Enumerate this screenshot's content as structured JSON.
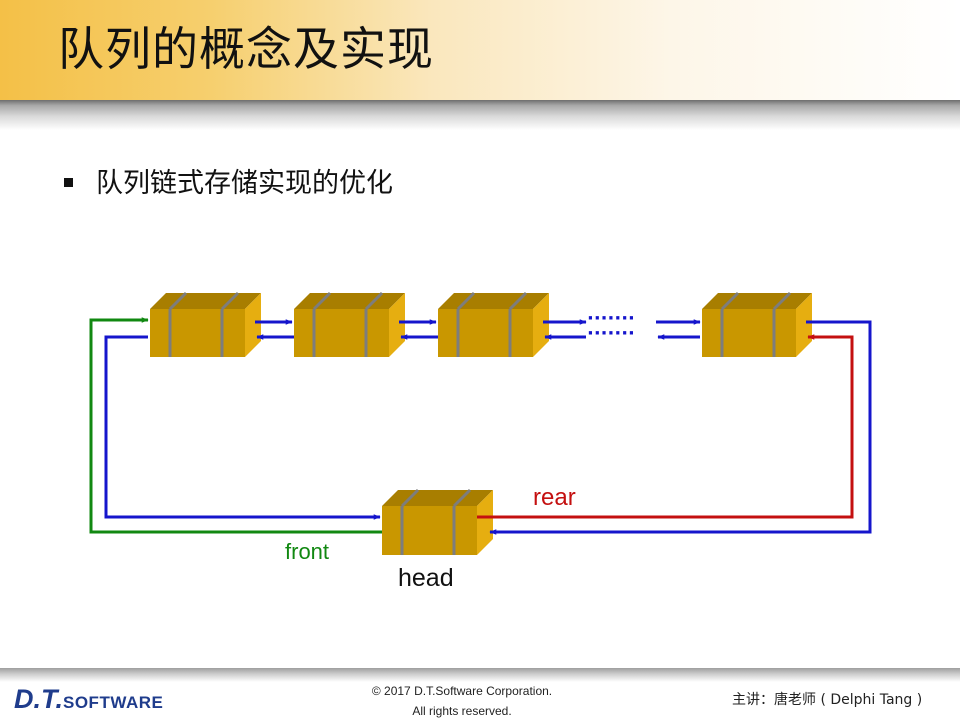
{
  "slide": {
    "title": "队列的概念及实现",
    "bullet": "队列链式存储实现的优化"
  },
  "diagram": {
    "dots": "·······",
    "labels": {
      "rear": "rear",
      "front": "front",
      "head": "head"
    },
    "colors": {
      "node": "#c99700",
      "blue": "#1515cc",
      "green": "#118811",
      "red": "#c41010"
    }
  },
  "footer": {
    "logo_main": "D.T.",
    "logo_sub": "SOFTWARE",
    "copyright_line1": "© 2017 D.T.Software Corporation.",
    "copyright_line2": "All rights reserved.",
    "presenter": "主讲：唐老师 ( Delphi Tang )"
  }
}
